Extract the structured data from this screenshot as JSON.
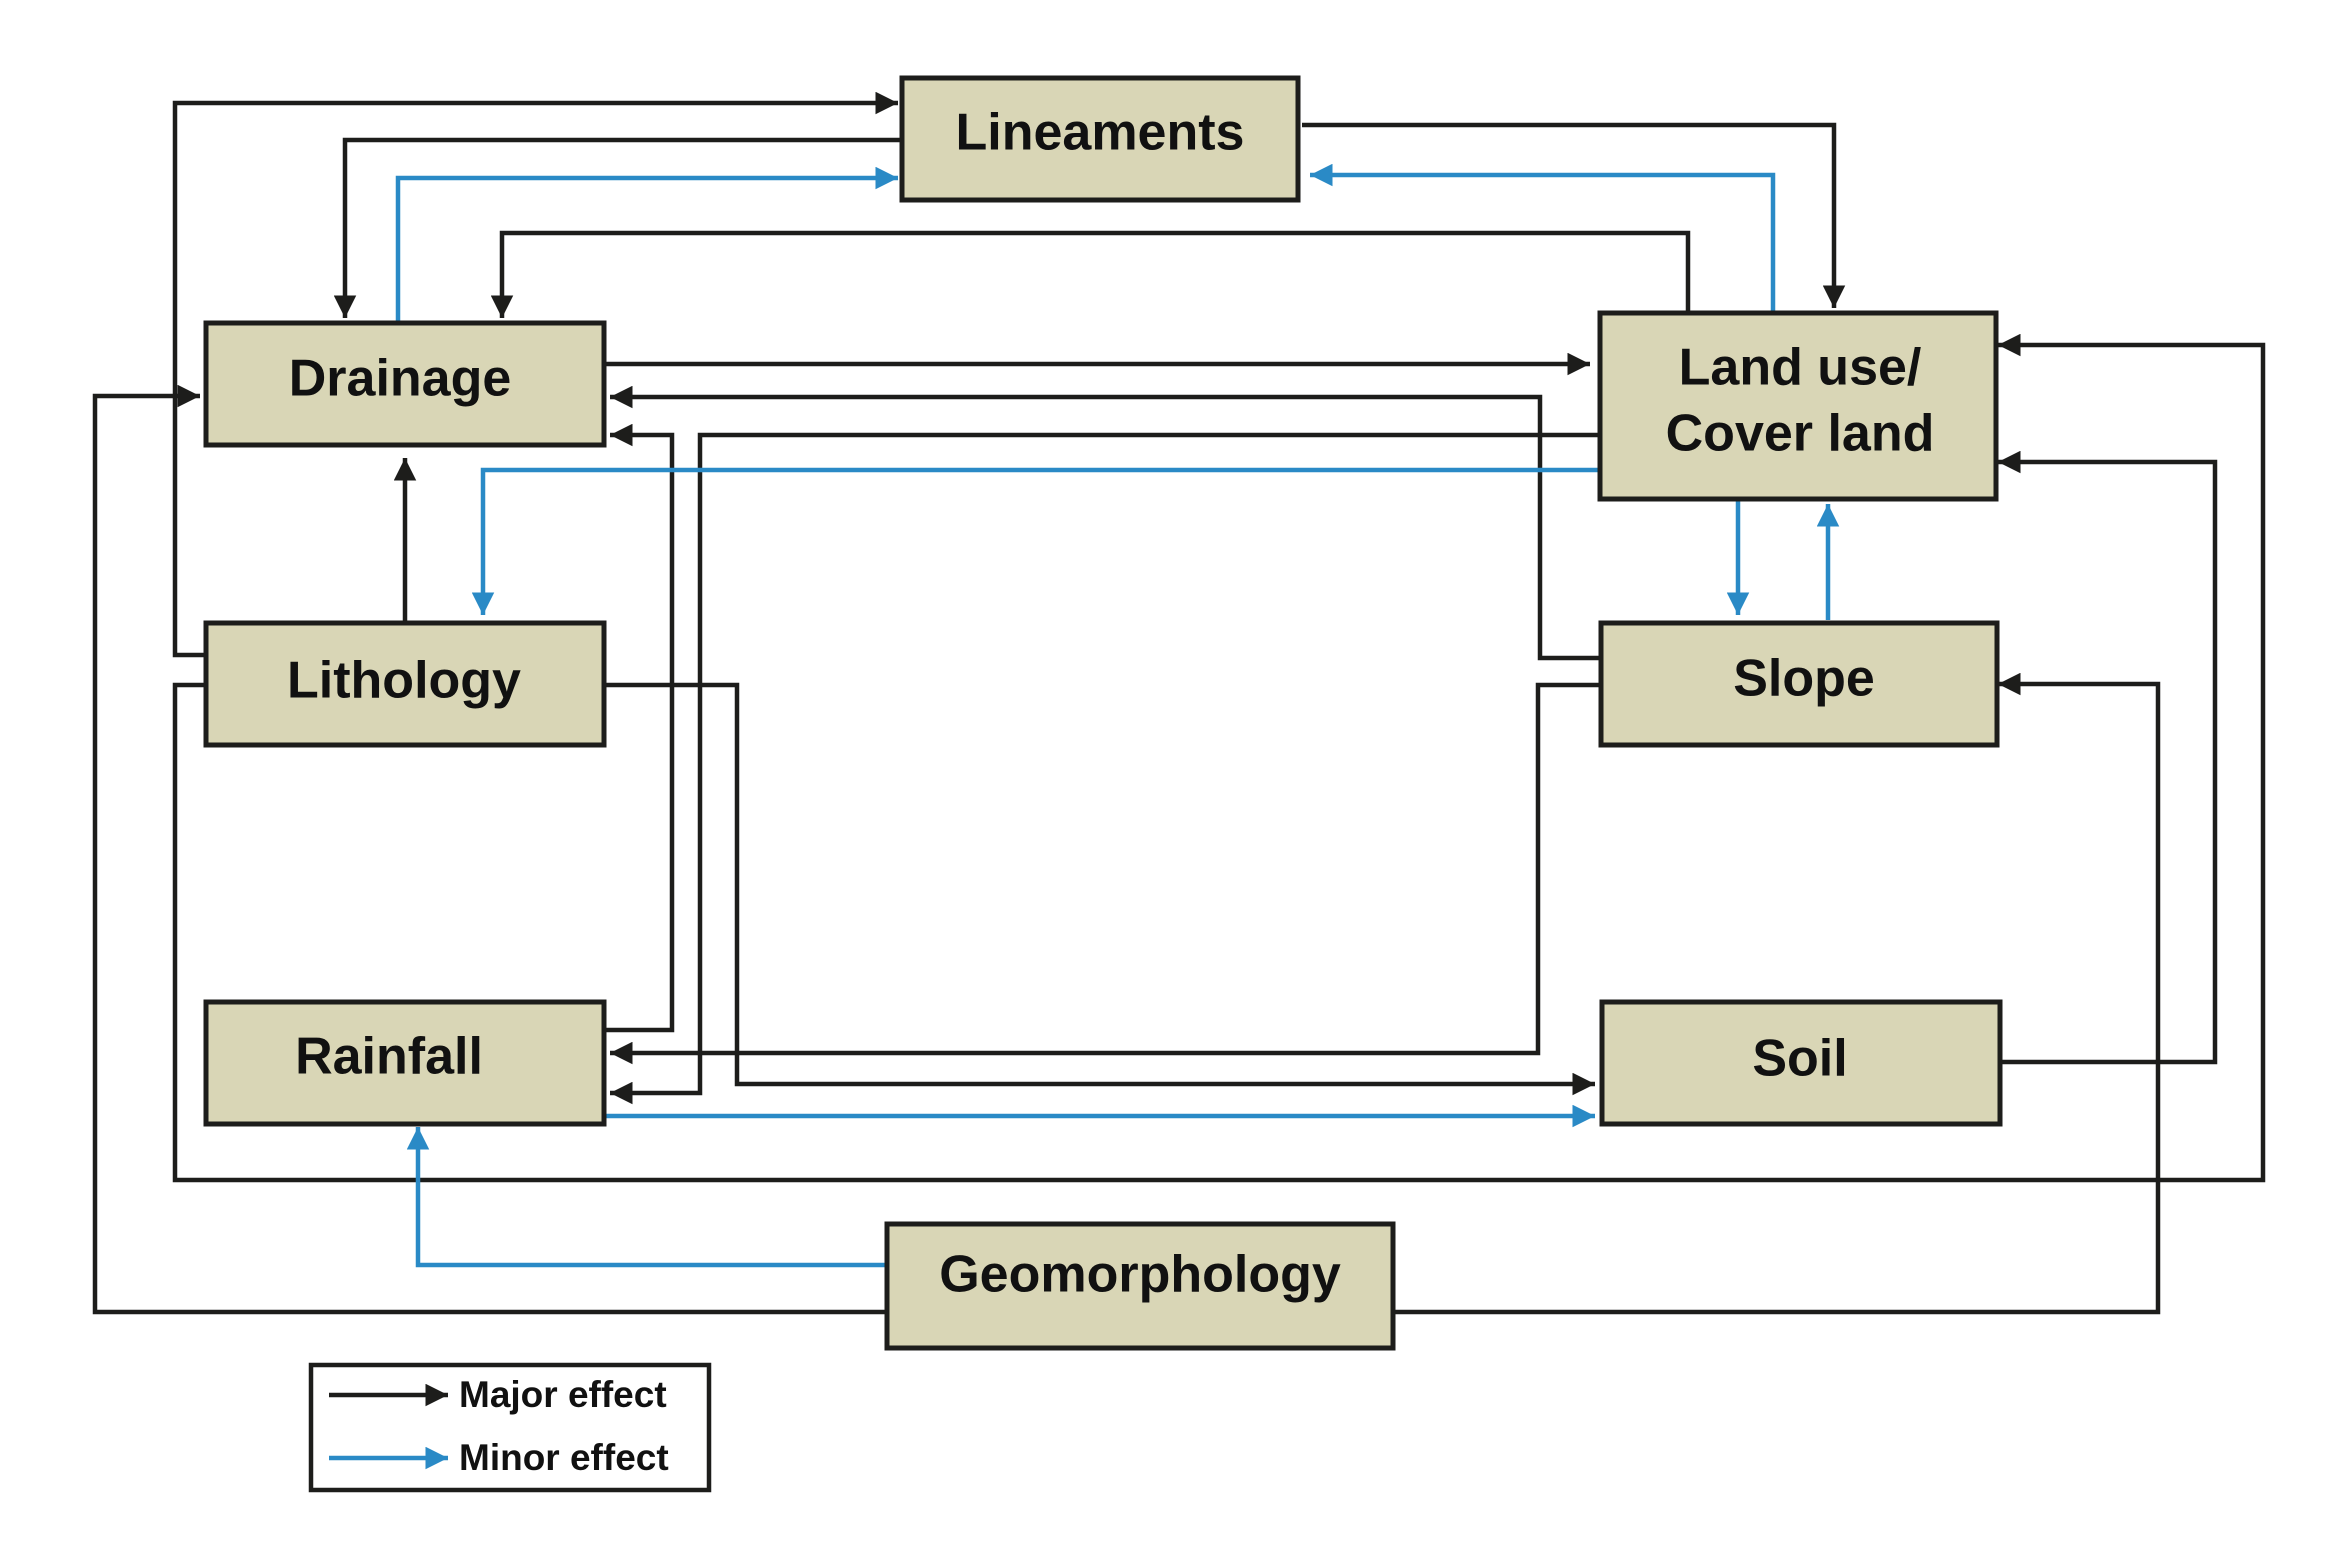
{
  "colors": {
    "major": "#1d1d1b",
    "minor": "#2a8ac6",
    "node_fill": "#d9d6b6"
  },
  "nodes": {
    "lineaments": "Lineaments",
    "drainage": "Drainage",
    "landuse_line1": "Land use/",
    "landuse_line2": "Cover land",
    "lithology": "Lithology",
    "slope": "Slope",
    "rainfall": "Rainfall",
    "soil": "Soil",
    "geomorphology": "Geomorphology"
  },
  "legend": {
    "major": "Major effect",
    "minor": "Minor effect"
  },
  "edges": [
    {
      "from": "Lithology",
      "to": "Lineaments",
      "type": "major"
    },
    {
      "from": "Lineaments",
      "to": "Drainage",
      "type": "major"
    },
    {
      "from": "Drainage",
      "to": "Lineaments",
      "type": "minor"
    },
    {
      "from": "Lineaments",
      "to": "Land use/Cover land",
      "type": "major"
    },
    {
      "from": "Land use/Cover land",
      "to": "Lineaments",
      "type": "minor"
    },
    {
      "from": "Land use/Cover land",
      "to": "Drainage",
      "type": "major"
    },
    {
      "from": "Drainage",
      "to": "Land use/Cover land",
      "type": "major"
    },
    {
      "from": "Slope",
      "to": "Drainage",
      "type": "major"
    },
    {
      "from": "Rainfall",
      "to": "Drainage",
      "type": "major"
    },
    {
      "from": "Land use/Cover land",
      "to": "Rainfall",
      "type": "major"
    },
    {
      "from": "Land use/Cover land",
      "to": "Lithology",
      "type": "minor"
    },
    {
      "from": "Lithology",
      "to": "Drainage",
      "type": "major"
    },
    {
      "from": "Geomorphology",
      "to": "Drainage",
      "type": "major"
    },
    {
      "from": "Lithology",
      "to": "Soil",
      "type": "major"
    },
    {
      "from": "Lithology",
      "to": "Land use/Cover land",
      "type": "major"
    },
    {
      "from": "Slope",
      "to": "Rainfall",
      "type": "major"
    },
    {
      "from": "Rainfall",
      "to": "Soil",
      "type": "minor"
    },
    {
      "from": "Land use/Cover land",
      "to": "Slope",
      "type": "minor"
    },
    {
      "from": "Slope",
      "to": "Land use/Cover land",
      "type": "minor"
    },
    {
      "from": "Soil",
      "to": "Land use/Cover land",
      "type": "major"
    },
    {
      "from": "Geomorphology",
      "to": "Slope",
      "type": "major"
    },
    {
      "from": "Geomorphology",
      "to": "Rainfall",
      "type": "minor"
    }
  ]
}
